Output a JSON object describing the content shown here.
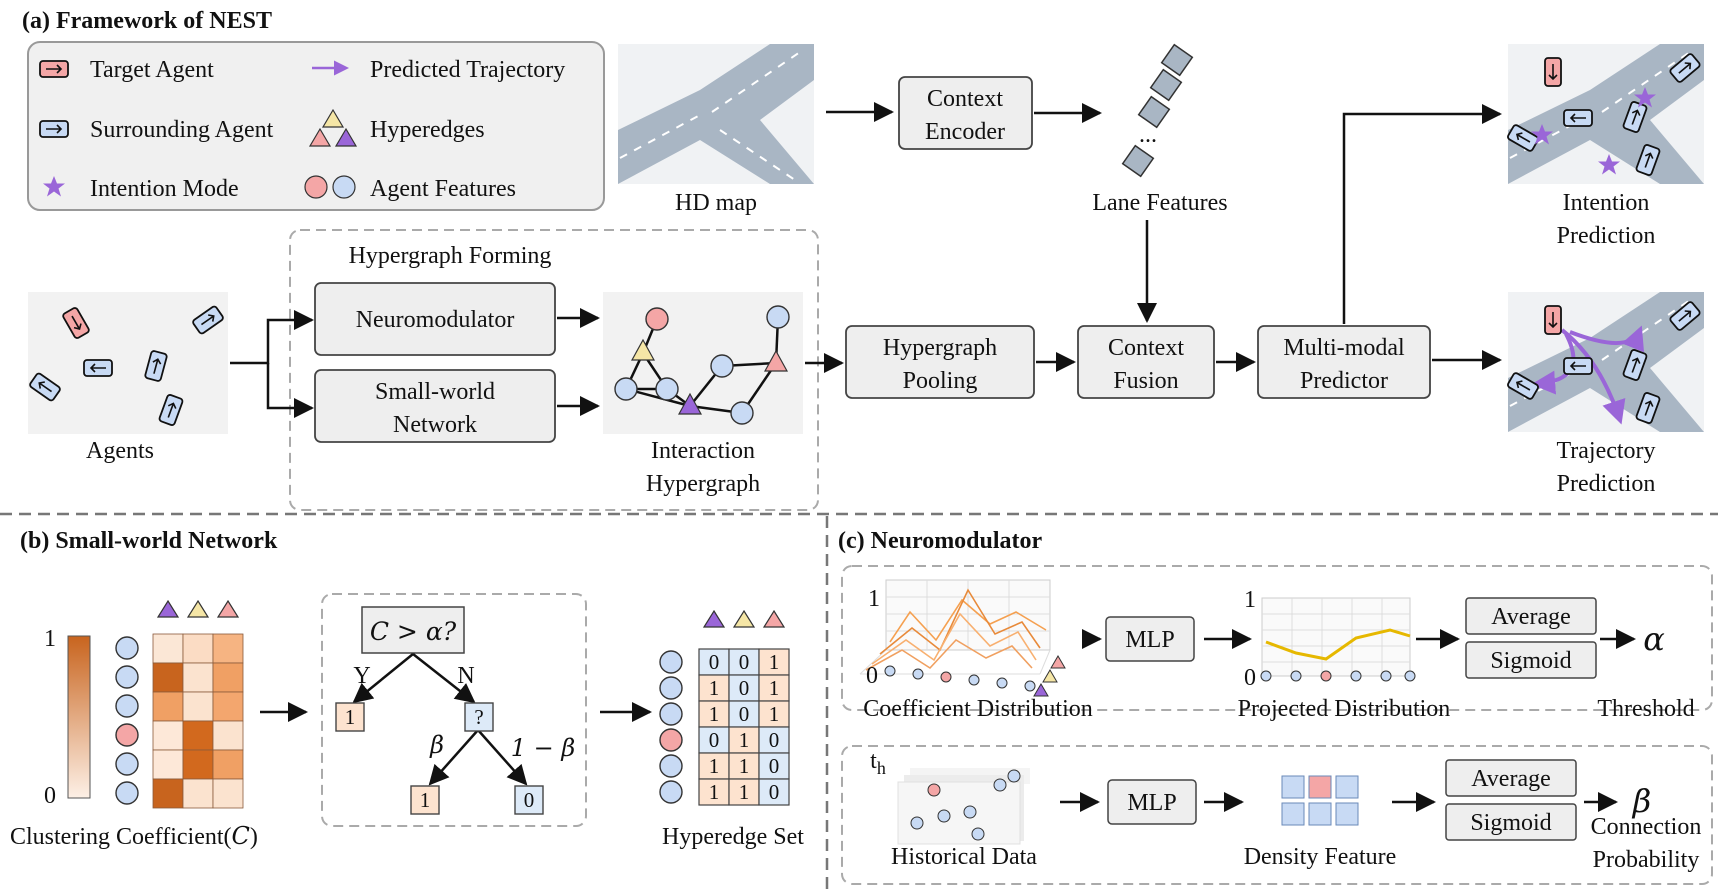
{
  "colors": {
    "accent": "#9a66d8",
    "target": "#f4a6a6",
    "surround": "#c8daf4",
    "map": "#a9b6c4",
    "box": "#eeeeee",
    "heat_dark": "#d2691e"
  },
  "sections": {
    "a": "(a) Framework of NEST",
    "b": "(b) Small-world  Network",
    "c": "(c) Neuromodulator"
  },
  "legend": {
    "target_agent": "Target Agent",
    "predicted_trajectory": "Predicted Trajectory",
    "surrounding_agent": "Surrounding Agent",
    "hyperedges": "Hyperedges",
    "intention_mode": "Intention Mode",
    "agent_features": "Agent Features"
  },
  "framework": {
    "hd_map": "HD map",
    "context_encoder": [
      "Context",
      "Encoder"
    ],
    "lane_features": "Lane Features",
    "hypergraph_forming": "Hypergraph Forming",
    "neuromodulator": "Neuromodulator",
    "small_world": [
      "Small-world",
      "Network"
    ],
    "agents": "Agents",
    "interaction_hypergraph": [
      "Interaction",
      "Hypergraph"
    ],
    "hypergraph_pooling": [
      "Hypergraph",
      "Pooling"
    ],
    "context_fusion": [
      "Context",
      "Fusion"
    ],
    "multimodal_predictor": [
      "Multi-modal",
      "Predictor"
    ],
    "intention_prediction": [
      "Intention",
      "Prediction"
    ],
    "trajectory_prediction": [
      "Trajectory",
      "Prediction"
    ],
    "ellipsis": "..."
  },
  "small_world": {
    "axis_top": "1",
    "axis_bottom": "0",
    "clustering": "Clustering Coefficient(",
    "clustering_sym": "C",
    "clustering_end": ")",
    "condition": "C > α?",
    "yes": "Y",
    "no": "N",
    "beta": "β",
    "one_minus_beta": "1 − β",
    "leaf_one": "1",
    "leaf_q": "?",
    "leaf_zero": "0",
    "hyperedge_set": "Hyperedge Set",
    "matrix": [
      [
        "0",
        "0",
        "1"
      ],
      [
        "1",
        "0",
        "1"
      ],
      [
        "1",
        "0",
        "1"
      ],
      [
        "0",
        "1",
        "0"
      ],
      [
        "1",
        "1",
        "0"
      ],
      [
        "1",
        "1",
        "0"
      ]
    ]
  },
  "neuromodulator": {
    "axis_one": "1",
    "axis_zero": "0",
    "coefficient_distribution": "Coefficient Distribution",
    "mlp": "MLP",
    "projected_distribution": "Projected Distribution",
    "average": "Average",
    "sigmoid": "Sigmoid",
    "alpha": "α",
    "threshold": "Threshold",
    "th": "t",
    "th_sub": "h",
    "historical_data": "Historical Data",
    "density_feature": "Density Feature",
    "beta": "β",
    "connection_probability": [
      "Connection",
      "Probability"
    ]
  }
}
